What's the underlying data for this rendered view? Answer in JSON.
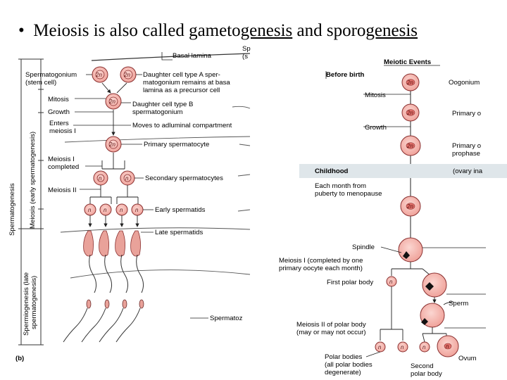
{
  "slide": {
    "bullet": "•",
    "title_pre": "Meiosis is also called gameto",
    "title_u1": "genesis",
    "title_mid": " and sporo",
    "title_u2": "genesis"
  },
  "colors": {
    "cell_fill": "#f4b4ae",
    "cell_inner": "#e0706a",
    "sperm_body": "#e9a29a",
    "band": "#dfe6ea",
    "line": "#222222"
  },
  "left_diagram": {
    "cell_n2": "2n",
    "cell_n": "n",
    "labels": {
      "basal_lamina": "Basal lamina",
      "spermatogonium": [
        "Spermatogonium",
        "(stem cell)"
      ],
      "daughter_a": [
        "Daughter cell type A sper-",
        "matogonium remains at basa",
        "lamina as a precursor cell"
      ],
      "mitosis": "Mitosis",
      "growth": "Growth",
      "daughter_b": [
        "Daughter cell type B",
        "spermatogonium"
      ],
      "enters_meiosis": [
        "Enters",
        "meiosis I"
      ],
      "moves": "Moves to adluminal compartment",
      "primary_spermatocyte": "Primary spermatocyte",
      "meiosis_1_completed": [
        "Meiosis I",
        "completed"
      ],
      "secondary_spermatocytes": "Secondary spermatocytes",
      "meiosis_2": "Meiosis II",
      "early_spermatids": "Early spermatids",
      "late_spermatids": "Late spermatids",
      "spermatozoa": "Spermatoz",
      "top_cut": [
        "Sp",
        "(s"
      ],
      "panel_letter": "(b)"
    },
    "axis": {
      "spermatogenesis": "Spermatogenesis",
      "meiosis_early": "Meiosis (early spermatogenesis)",
      "spermiogenesis": [
        "Spermiogenesis (late",
        "spermatogenesis)"
      ]
    }
  },
  "right_diagram": {
    "header": "Meiotic Events",
    "before_birth": "Before birth",
    "mitosis": "Mitosis",
    "growth": "Growth",
    "oogonium": "Oogonium",
    "primary_cut": "Primary o",
    "primary_prophase": [
      "Primary o",
      "prophase"
    ],
    "childhood": "Childhood",
    "ovary_inactive": "(ovary ina",
    "each_month": [
      "Each month from",
      "puberty to menopause"
    ],
    "spindle": "Spindle",
    "meiosis_1": [
      "Meiosis I (completed by one",
      "primary oocyte each month)"
    ],
    "first_polar_body": "First polar body",
    "sperm": "Sperm",
    "meiosis_2": [
      "Meiosis II of polar body",
      "(may or may not occur)"
    ],
    "polar_bodies": [
      "Polar bodies",
      "(all polar bodies",
      "degenerate)"
    ],
    "second_polar": [
      "Second",
      "polar body"
    ],
    "ovum": "Ovum",
    "cell_n2": "2n",
    "cell_n": "n"
  }
}
